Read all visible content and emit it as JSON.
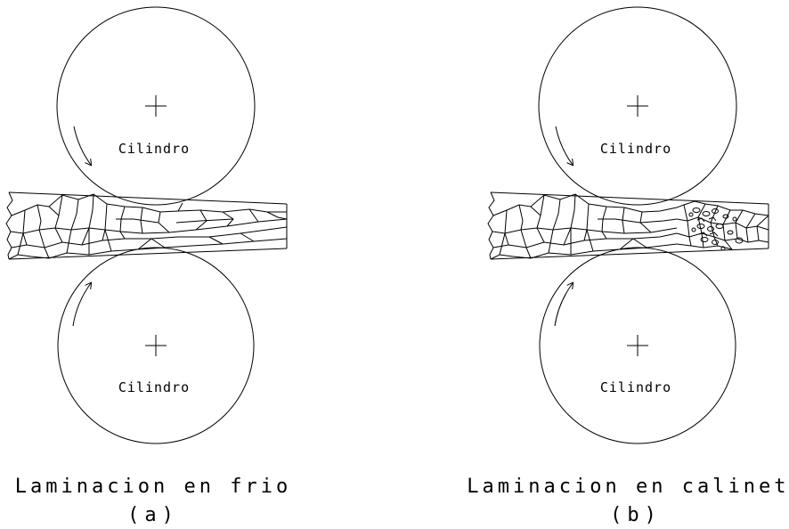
{
  "panel_a": {
    "top_roll_label": "Cilindro",
    "bottom_roll_label": "Cilindro",
    "caption": "Laminacion en frio",
    "sublabel": "(a)"
  },
  "panel_b": {
    "top_roll_label": "Cilindro",
    "bottom_roll_label": "Cilindro",
    "caption": "Laminacion en calinete",
    "sublabel": "(b)"
  }
}
